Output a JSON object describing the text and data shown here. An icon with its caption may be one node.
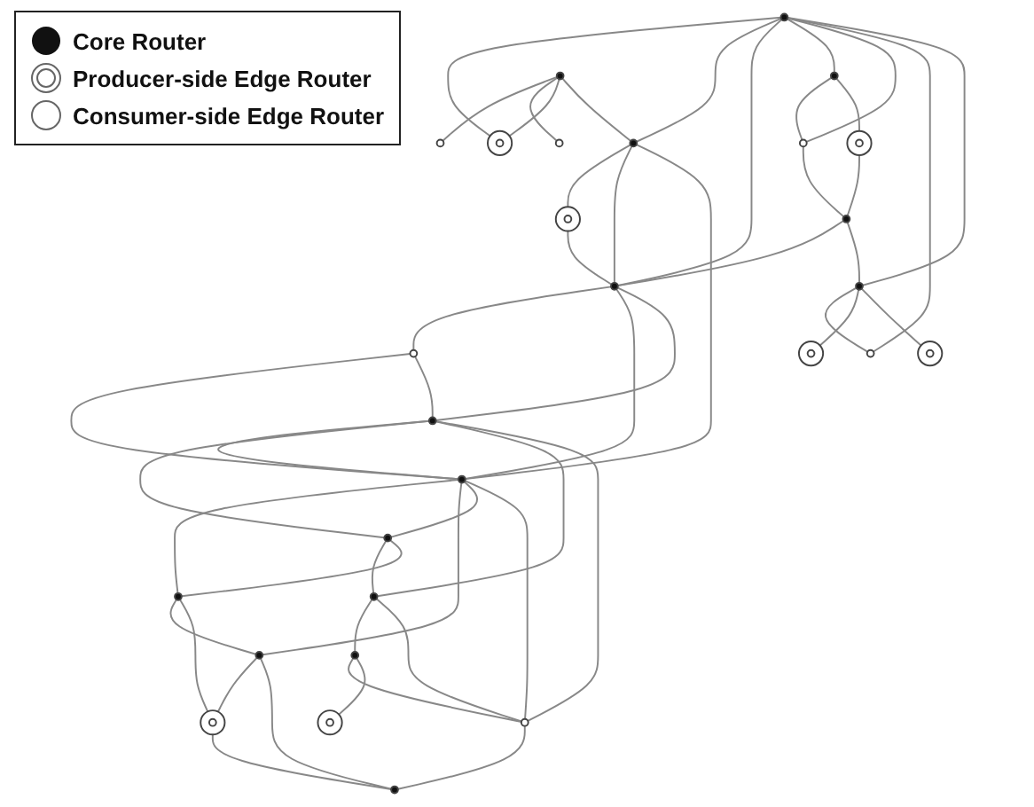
{
  "diagram": {
    "nodes": [
      {
        "text": [],
        "shape": "circle"
      },
      {
        "text": [],
        "shape": "circle"
      },
      {
        "text": [],
        "shape": "double-circle"
      },
      {
        "text": [],
        "shape": "circle"
      },
      {
        "text": [],
        "shape": "circle"
      },
      {
        "text": [],
        "shape": "circle"
      },
      {
        "text": [],
        "shape": "circle"
      },
      {
        "text": [],
        "shape": "double-circle"
      },
      {
        "text": [],
        "shape": "double-circle"
      },
      {
        "text": [],
        "shape": "circle"
      },
      {
        "text": [],
        "shape": "double-circle"
      },
      {
        "text": [],
        "shape": "double-circle"
      },
      {
        "text": [],
        "shape": "circle"
      },
      {
        "text": [],
        "shape": "circle"
      },
      {
        "text": [],
        "shape": "circle"
      },
      {
        "text": [],
        "shape": "circle"
      },
      {
        "text": [],
        "shape": "circle"
      },
      {
        "text": [],
        "shape": "circle"
      },
      {
        "text": [],
        "shape": "circle"
      },
      {
        "text": [],
        "shape": "double-circle"
      },
      {
        "text": [],
        "shape": "circle"
      },
      {
        "text": [],
        "shape": "circle"
      },
      {
        "text": [],
        "shape": "circle"
      },
      {
        "text": [],
        "shape": "circle"
      },
      {
        "text": [],
        "shape": "circle"
      },
      {
        "text": [],
        "shape": "double-circle"
      },
      {
        "text": [],
        "shape": "circle"
      },
      {
        "text": [],
        "shape": "circle"
      }
    ],
    "edges": [
      {
        "from": 0,
        "to": 7,
        "arrow": "none"
      },
      {
        "from": 0,
        "to": 15,
        "arrow": "none"
      },
      {
        "from": 0,
        "to": 14,
        "arrow": "none"
      },
      {
        "from": 0,
        "to": 5,
        "arrow": "none"
      },
      {
        "from": 0,
        "to": 3,
        "arrow": "none"
      },
      {
        "from": 0,
        "to": 1,
        "arrow": "none"
      },
      {
        "from": 0,
        "to": 4,
        "arrow": "none"
      },
      {
        "from": 5,
        "to": 3,
        "arrow": "none"
      },
      {
        "from": 5,
        "to": 8,
        "arrow": "none"
      },
      {
        "from": 3,
        "to": 12,
        "arrow": "none"
      },
      {
        "from": 8,
        "to": 12,
        "arrow": "none"
      },
      {
        "from": 12,
        "to": 14,
        "arrow": "none"
      },
      {
        "from": 12,
        "to": 4,
        "arrow": "none"
      },
      {
        "from": 4,
        "to": 1,
        "arrow": "none"
      },
      {
        "from": 4,
        "to": 2,
        "arrow": "none"
      },
      {
        "from": 4,
        "to": 10,
        "arrow": "none"
      },
      {
        "from": 9,
        "to": 6,
        "arrow": "none"
      },
      {
        "from": 9,
        "to": 13,
        "arrow": "none"
      },
      {
        "from": 9,
        "to": 7,
        "arrow": "none"
      },
      {
        "from": 9,
        "to": 15,
        "arrow": "none"
      },
      {
        "from": 15,
        "to": 11,
        "arrow": "none"
      },
      {
        "from": 11,
        "to": 14,
        "arrow": "none"
      },
      {
        "from": 15,
        "to": 14,
        "arrow": "none"
      },
      {
        "from": 15,
        "to": 17,
        "arrow": "none"
      },
      {
        "from": 14,
        "to": 18,
        "arrow": "none"
      },
      {
        "from": 14,
        "to": 17,
        "arrow": "none"
      },
      {
        "from": 14,
        "to": 22,
        "arrow": "none"
      },
      {
        "from": 18,
        "to": 17,
        "arrow": "none"
      },
      {
        "from": 18,
        "to": 22,
        "arrow": "none"
      },
      {
        "from": 22,
        "to": 17,
        "arrow": "none"
      },
      {
        "from": 22,
        "to": 21,
        "arrow": "none"
      },
      {
        "from": 22,
        "to": 23,
        "arrow": "none"
      },
      {
        "from": 22,
        "to": 26,
        "arrow": "none"
      },
      {
        "from": 26,
        "to": 17,
        "arrow": "none"
      },
      {
        "from": 17,
        "to": 16,
        "arrow": "none"
      },
      {
        "from": 17,
        "to": 20,
        "arrow": "none"
      },
      {
        "from": 17,
        "to": 21,
        "arrow": "none"
      },
      {
        "from": 21,
        "to": 23,
        "arrow": "none"
      },
      {
        "from": 21,
        "to": 16,
        "arrow": "none"
      },
      {
        "from": 23,
        "to": 24,
        "arrow": "none"
      },
      {
        "from": 23,
        "to": 26,
        "arrow": "none"
      },
      {
        "from": 24,
        "to": 26,
        "arrow": "none"
      },
      {
        "from": 24,
        "to": 25,
        "arrow": "none"
      },
      {
        "from": 26,
        "to": 27,
        "arrow": "none"
      },
      {
        "from": 16,
        "to": 20,
        "arrow": "none"
      },
      {
        "from": 16,
        "to": 19,
        "arrow": "none"
      },
      {
        "from": 20,
        "to": 19,
        "arrow": "none"
      },
      {
        "from": 20,
        "to": 27,
        "arrow": "none"
      },
      {
        "from": 19,
        "to": 27,
        "arrow": "none"
      }
    ],
    "legend": [
      {
        "text": "Core Router"
      },
      {
        "text": "Producer-side Edge Router"
      },
      {
        "text": "Consumer-side Edge Router"
      }
    ]
  }
}
